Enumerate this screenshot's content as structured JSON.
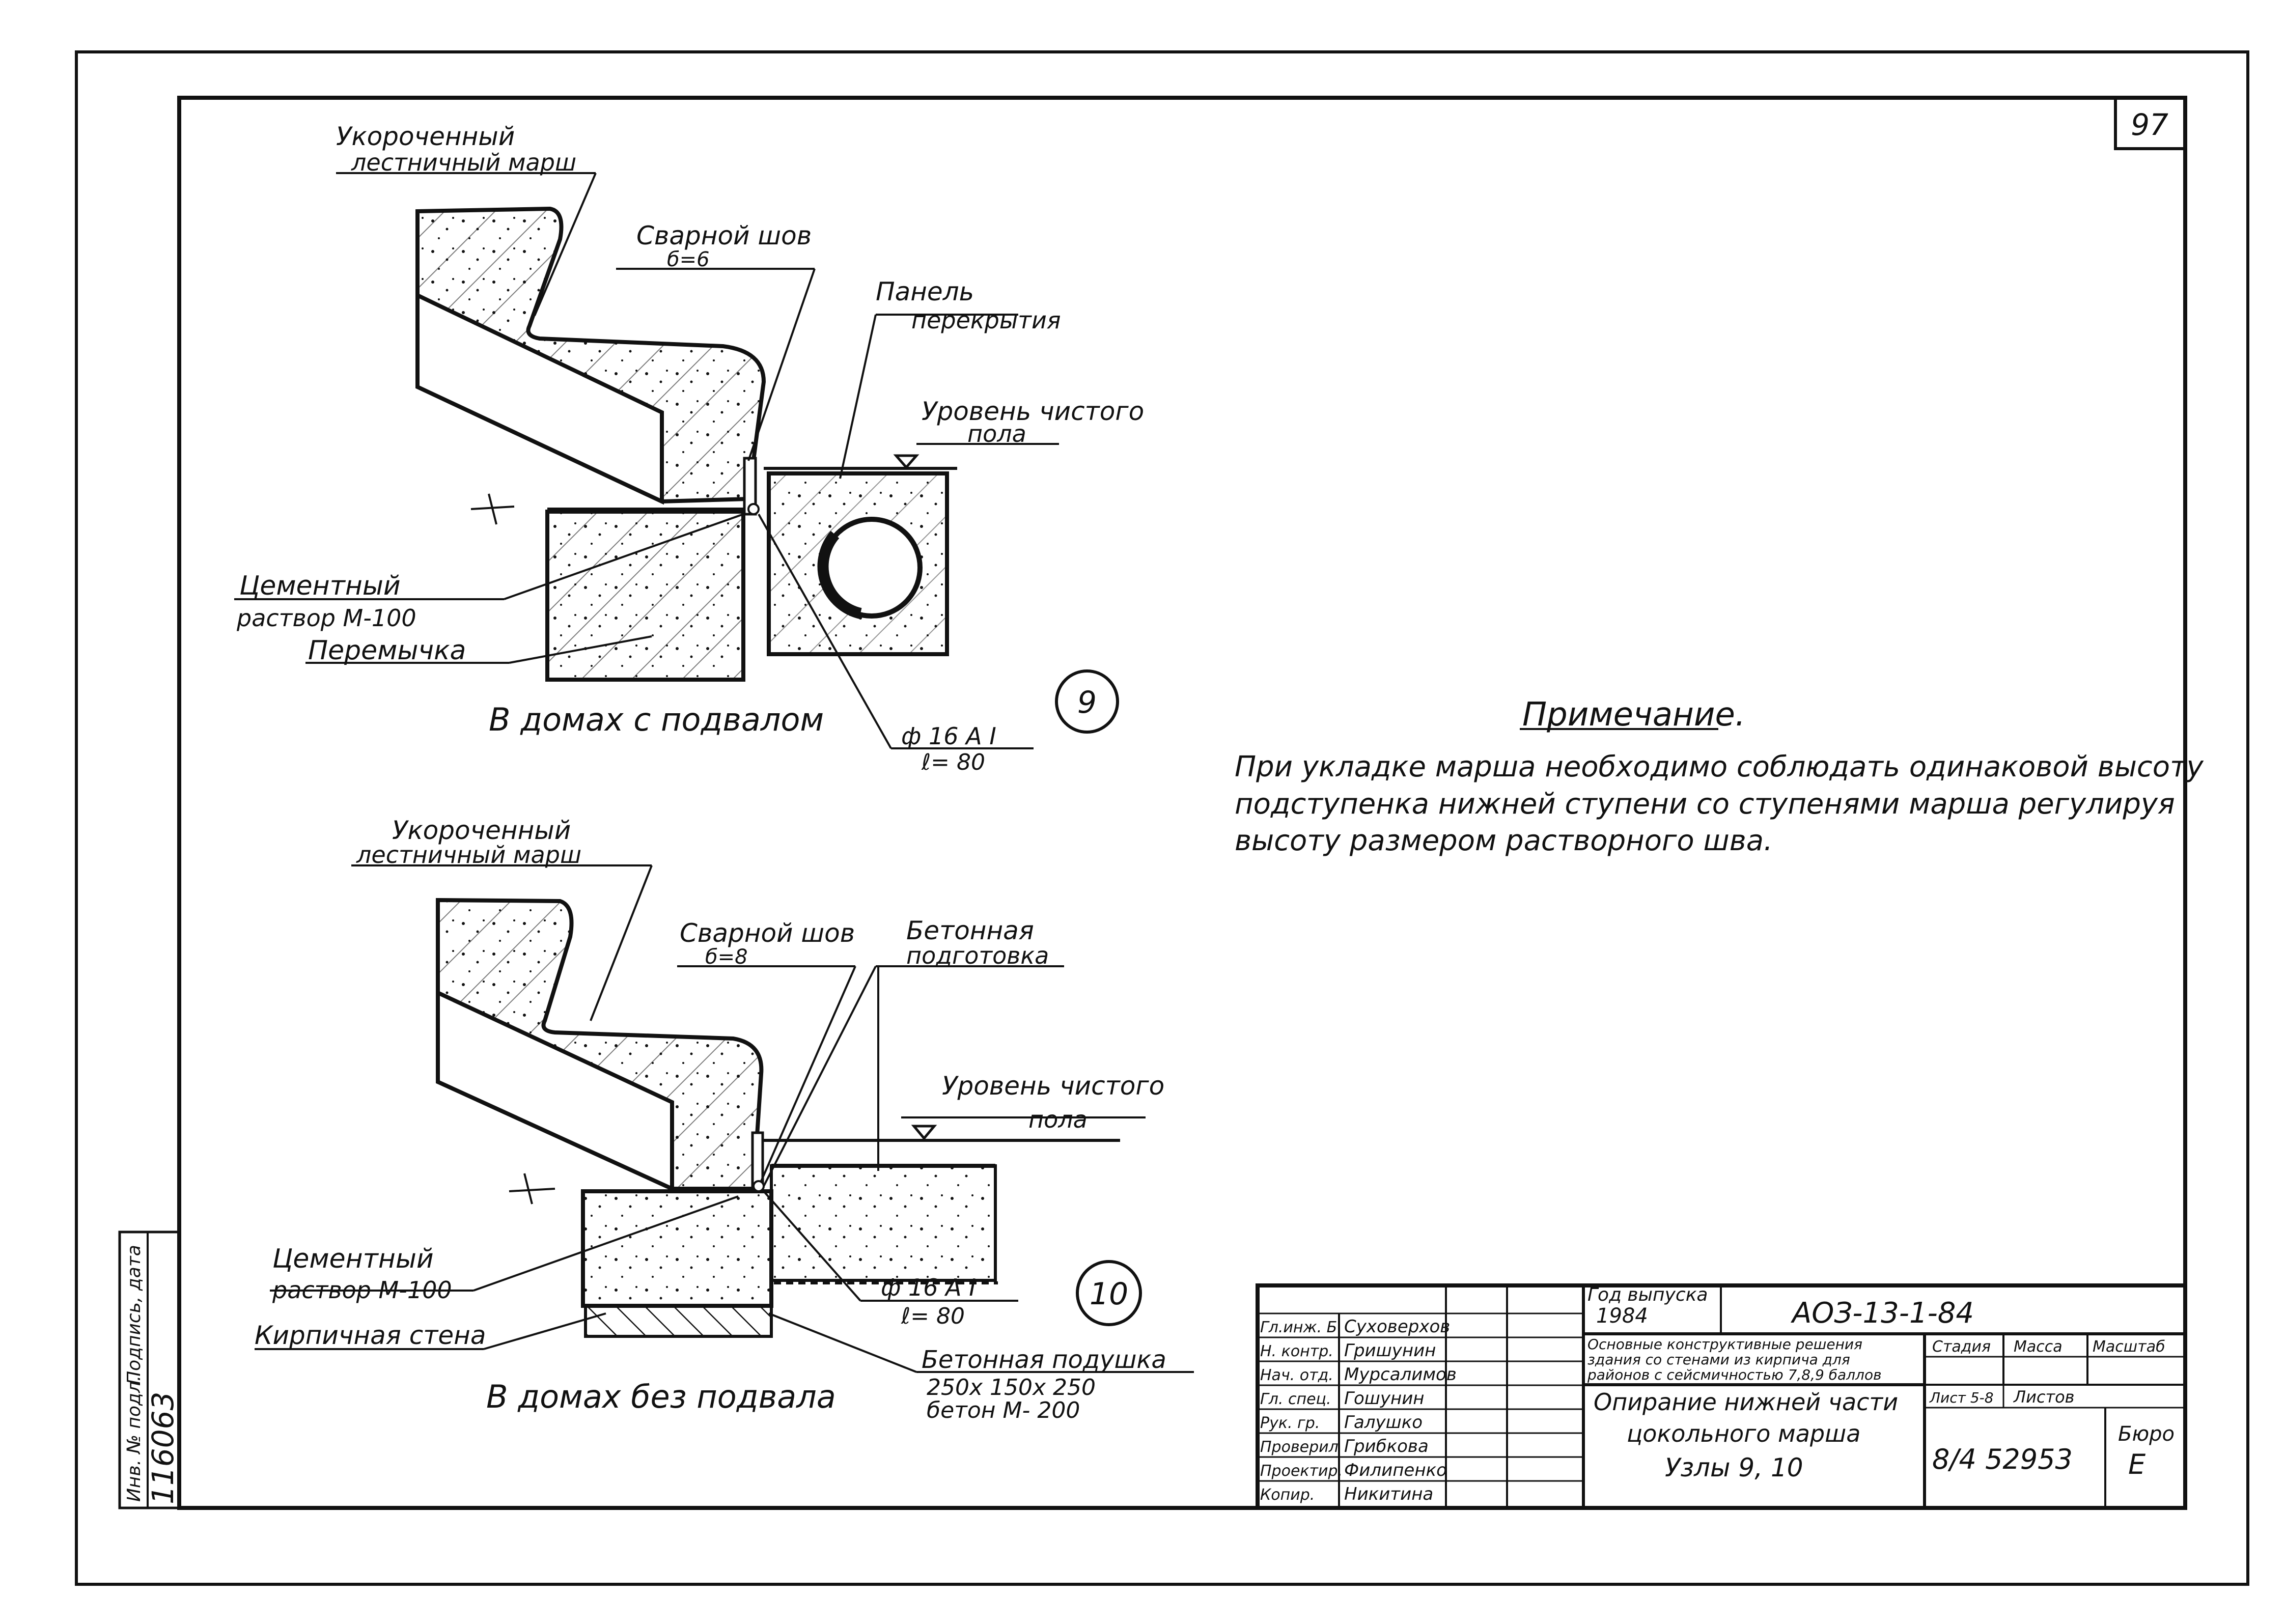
{
  "sheet": {
    "page_number": "97",
    "inventory_label": "Инв. № подл.",
    "signature_label": "Подпись, дата",
    "inventory_number": "116063"
  },
  "node9": {
    "label_march": "Укороченный",
    "label_march2": "лестничный марш",
    "label_weld": "Сварной шов",
    "label_weld_size": "б=6",
    "label_panel": "Панель",
    "label_panel2": "перекрытия",
    "label_floor": "Уровень чистого",
    "label_floor2": "пола",
    "label_mortar": "Цементный",
    "label_mortar2": "раствор М-100",
    "label_lintel": "Перемычка",
    "label_rebar": "ф 16 А I",
    "label_rebar2": "ℓ= 80",
    "caption": "В домах с подвалом",
    "number": "9"
  },
  "node10": {
    "label_march": "Укороченный",
    "label_march2": "лестничный марш",
    "label_weld": "Сварной шов",
    "label_weld_size": "б=8",
    "label_prep": "Бетонная",
    "label_prep2": "подготовка",
    "label_floor": "Уровень чистого",
    "label_floor2": "пола",
    "label_mortar": "Цементный",
    "label_mortar2": "раствор М-100",
    "label_wall": "Кирпичная стена",
    "label_rebar": "ф 16 А I",
    "label_rebar2": "ℓ= 80",
    "label_pad": "Бетонная подушка",
    "label_pad2": "250х 150х 250",
    "label_pad3": "бетон М- 200",
    "caption": "В домах без подвала",
    "number": "10"
  },
  "note": {
    "title": "Примечание.",
    "line1": "При укладке марша необходимо соблюдать одинаковой высоту",
    "line2": "подступенка нижней ступени со ступенями марша регулируя",
    "line3": "высоту размером растворного шва."
  },
  "title_block": {
    "year_label": "Год выпуска",
    "year": "1984",
    "doc_code": "АОЗ-13-1-84",
    "desc1": "Основные конструктивные решения",
    "desc2": "здания со стенами из кирпича для",
    "desc3": "районов с сейсмичностью 7,8,9 баллов",
    "col_stage": "Стадия",
    "col_mass": "Масса",
    "col_scale": "Масштаб",
    "title1": "Опирание нижней части",
    "title2": "цокольного марша",
    "title3": "Узлы 9, 10",
    "sheet_label": "Лист 5-8",
    "sheets_label": "Листов",
    "sheet_code": "8/4 52953",
    "bureau_label": "Бюро",
    "bureau": "Е",
    "roles": [
      {
        "role": "Гл.инж. Б",
        "name": "Суховерхов"
      },
      {
        "role": "Н. контр.",
        "name": "Гришунин"
      },
      {
        "role": "Нач. отд.",
        "name": "Мурсалимов"
      },
      {
        "role": "Гл. спец.",
        "name": "Гошунин"
      },
      {
        "role": "Рук. гр.",
        "name": "Галушко"
      },
      {
        "role": "Проверил",
        "name": "Грибкова"
      },
      {
        "role": "Проектир.",
        "name": "Филипенко"
      },
      {
        "role": "Копир.",
        "name": "Никитина"
      }
    ]
  }
}
